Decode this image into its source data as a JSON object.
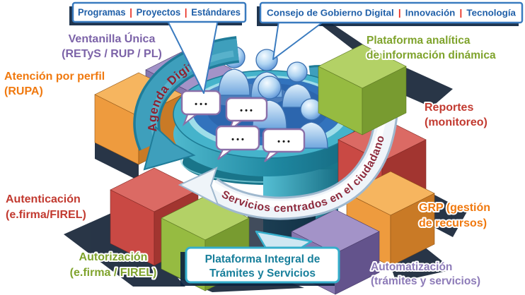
{
  "sep": "|",
  "callouts": {
    "top_left": {
      "items": [
        "Programas",
        "Proyectos",
        "Estándares"
      ]
    },
    "top_right": {
      "items": [
        "Consejo de Gobierno Digital",
        "Innovación",
        "Tecnología"
      ]
    },
    "bottom": {
      "line1": "Plataforma Integral de",
      "line2": "Trámites y Servicios"
    }
  },
  "ring_labels": {
    "agenda": "Agenda Digital",
    "servicios": "Servicios centrados en el ciudadano"
  },
  "side_labels": {
    "ventanilla": {
      "line1": "Ventanilla Única",
      "line2": "(RETyS / RUP / PL)",
      "color": "#7C63A8"
    },
    "atencion": {
      "line1": "Atención por perfil",
      "line2": "(RUPA)",
      "color": "#F0790F"
    },
    "autenticacion": {
      "line1": "Autenticación",
      "line2": "(e.firma/FIREL)",
      "color": "#C23A30"
    },
    "autorizacion": {
      "line1": "Autorización",
      "line2": "(e.firma / FIREL)",
      "color": "#7FA32C"
    },
    "plataforma": {
      "line1": "Plataforma analítica",
      "line2": "de información dinámica",
      "color": "#7FA32C"
    },
    "reportes": {
      "line1": "Reportes",
      "line2": "(monitoreo)",
      "color": "#C23A30"
    },
    "grp": {
      "line1": "GRP (gestión",
      "line2": "de recursos)",
      "color": "#F0790F"
    },
    "automatizacion": {
      "line1": "Automatización",
      "line2": "(trámites y servicios)",
      "color": "#8D7BB8"
    }
  },
  "bubbles": {
    "dots": "• • •"
  },
  "colors": {
    "callout_border": "#3A7BBF",
    "callout_text": "#1F5FA8",
    "callout_separator": "#E8291C",
    "bottom_box_border": "#35AECB",
    "bottom_box_text": "#187F9B",
    "arc_teal": "#3E9FBC",
    "arc_teal_edge": "#1F7C99",
    "agenda_text": "#8E2130",
    "band_white": "#EFF4F9",
    "band_edge": "#9FB8CE",
    "servicios_text": "#8E2A3C",
    "platform_ring": "#45B3CB",
    "platform_top": "#3273BD",
    "block_purple": "#8677AF",
    "block_orange": "#EE9B3E",
    "block_red": "#C94944",
    "block_green": "#96BB41",
    "bubble_border": "#8A6FA8",
    "person_blue": "#7FB2E2",
    "shadow_navy": "#0B1A2E"
  }
}
